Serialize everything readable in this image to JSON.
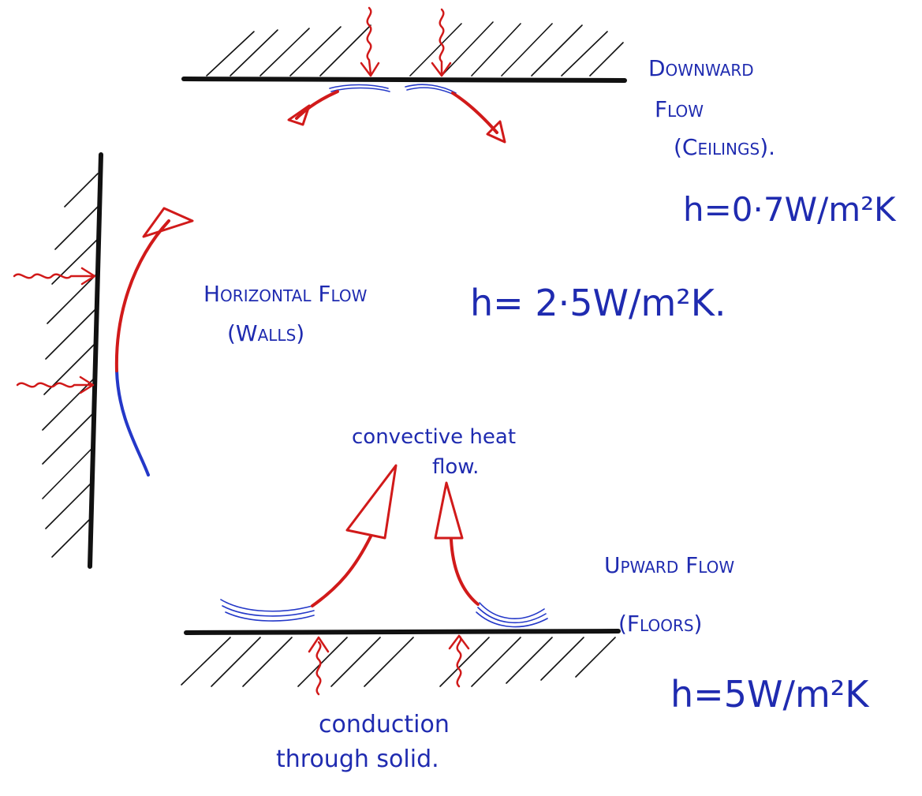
{
  "labels": {
    "ceiling_title_1": "Downward",
    "ceiling_title_2": "Flow",
    "ceiling_title_3": "(Ceilings).",
    "ceiling_h": "h=0·7W/m²K",
    "wall_title_1": "Horizontal Flow",
    "wall_title_2": "(Walls)",
    "wall_h": "h= 2·5W/m²K.",
    "floor_title_1": "Upward Flow",
    "floor_title_2": "(Floors)",
    "floor_h": "h=5W/m²K",
    "convective_1": "convective heat",
    "convective_2": "flow.",
    "conduction_1": "conduction",
    "conduction_2": "through solid."
  },
  "colors": {
    "ink": "#111111",
    "warm_arrow": "#d11a1a",
    "cool_air": "#2438c8",
    "text": "#1f2bb0"
  }
}
